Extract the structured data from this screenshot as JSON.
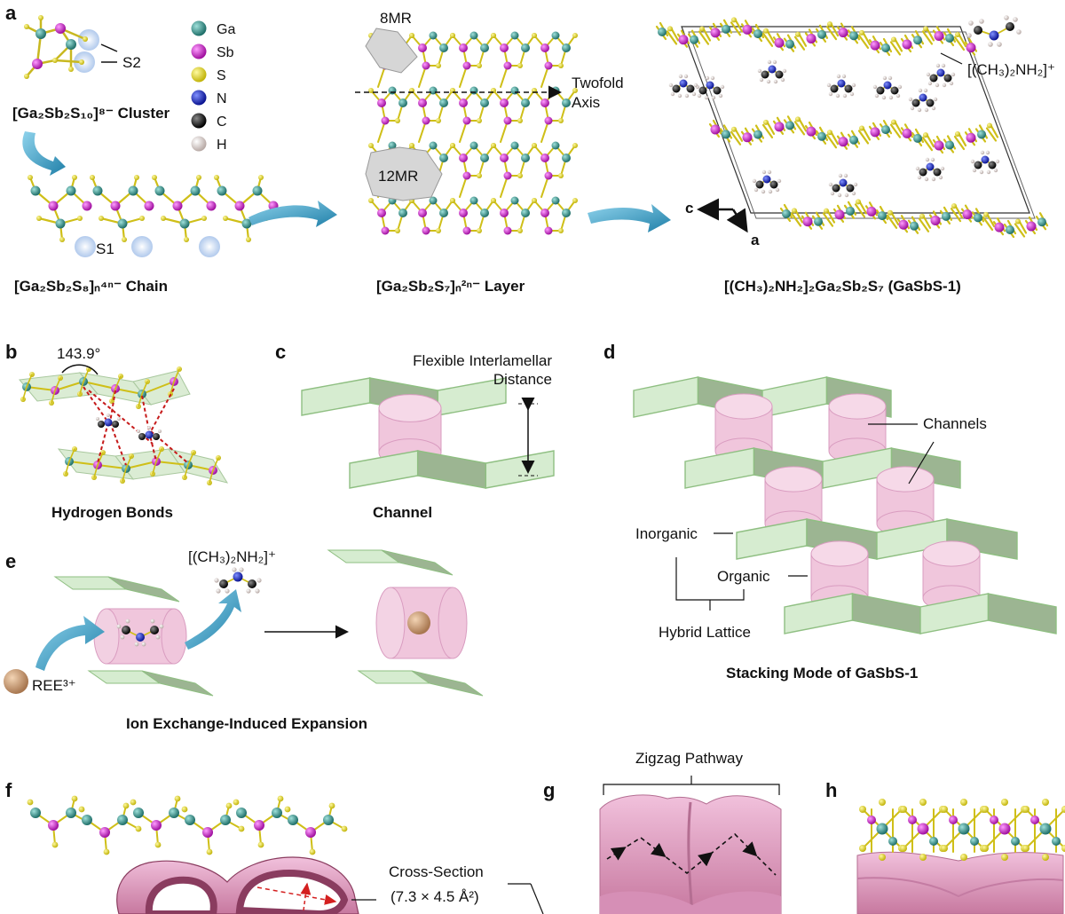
{
  "panels": {
    "a": "a",
    "b": "b",
    "c": "c",
    "d": "d",
    "e": "e",
    "f": "f",
    "g": "g",
    "h": "h"
  },
  "legend": {
    "items": [
      {
        "element": "Ga",
        "color": "#2e8b84"
      },
      {
        "element": "Sb",
        "color": "#d11fd1"
      },
      {
        "element": "S",
        "color": "#e6d81c"
      },
      {
        "element": "N",
        "color": "#1020c8"
      },
      {
        "element": "C",
        "color": "#111111"
      },
      {
        "element": "H",
        "color": "#e8dcd8"
      }
    ]
  },
  "colors": {
    "layer_fill": "#d6ecd0",
    "layer_dark": "#9cb592",
    "layer_stroke": "#8fbf82",
    "channel_fill": "#f0c6dc",
    "channel_stroke": "#d99cc0",
    "surface_pink": "#e7a7cc",
    "surface_dark": "#8a3c5f",
    "arrow_blue": "#3aa3c8",
    "ree_ball": "#c89a72",
    "highlight": "#cbdcf4"
  },
  "panel_a": {
    "cluster_label": "[Ga₂Sb₂S₁₀]⁸⁻ Cluster",
    "s2_label": "S2",
    "s1_label": "S1",
    "chain_label": "[Ga₂Sb₂S₈]ₙ⁴ⁿ⁻ Chain",
    "layer_label": "[Ga₂Sb₂S₇]ₙ²ⁿ⁻ Layer",
    "ring8_label": "8MR",
    "ring12_label": "12MR",
    "twofold_label_1": "Twofold",
    "twofold_label_2": "Axis",
    "cation_label": "[(CH₃)₂NH₂]⁺",
    "axis_c": "c",
    "axis_a": "a",
    "compound_label": "[(CH₃)₂NH₂]₂Ga₂Sb₂S₇  (GaSbS-1)"
  },
  "panel_b": {
    "angle_label": "143.9°",
    "caption": "Hydrogen Bonds"
  },
  "panel_c": {
    "distance_label_1": "Flexible Interlamellar",
    "distance_label_2": "Distance",
    "caption": "Channel"
  },
  "panel_d": {
    "channels_label": "Channels",
    "inorganic_label": "Inorganic",
    "organic_label": "Organic",
    "hybrid_label": "Hybrid Lattice",
    "caption": "Stacking Mode of GaSbS-1"
  },
  "panel_e": {
    "cation_label": "[(CH₃)₂NH₂]⁺",
    "ree_label": "REE³⁺",
    "caption": "Ion Exchange-Induced Expansion"
  },
  "panel_f": {
    "cross_label": "Cross-Section",
    "cross_value": "(7.3 × 4.5 Å²)"
  },
  "panel_g": {
    "pathway_label": "Zigzag Pathway"
  }
}
